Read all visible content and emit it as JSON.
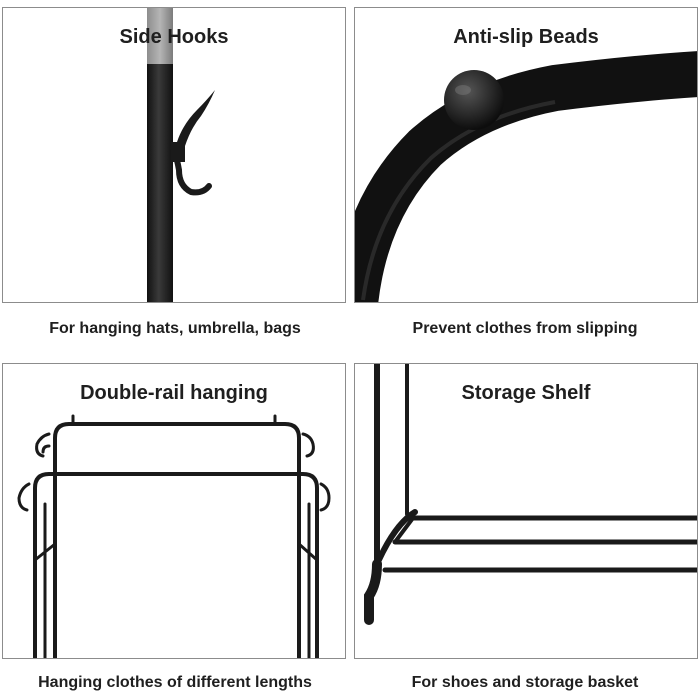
{
  "panels": [
    {
      "title": "Side Hooks",
      "caption": "For hanging hats, umbrella, bags",
      "icon": "side-hook-icon"
    },
    {
      "title": "Anti-slip Beads",
      "caption": "Prevent clothes from slipping",
      "icon": "anti-slip-bead-icon"
    },
    {
      "title": "Double-rail hanging",
      "caption": "Hanging clothes of different lengths",
      "icon": "double-rail-rack-icon"
    },
    {
      "title": "Storage Shelf",
      "caption": "For shoes and storage basket",
      "icon": "storage-shelf-icon"
    }
  ],
  "colors": {
    "frame": "#1a1a1a",
    "border": "#8c8c8c",
    "text": "#1f1f1f"
  }
}
